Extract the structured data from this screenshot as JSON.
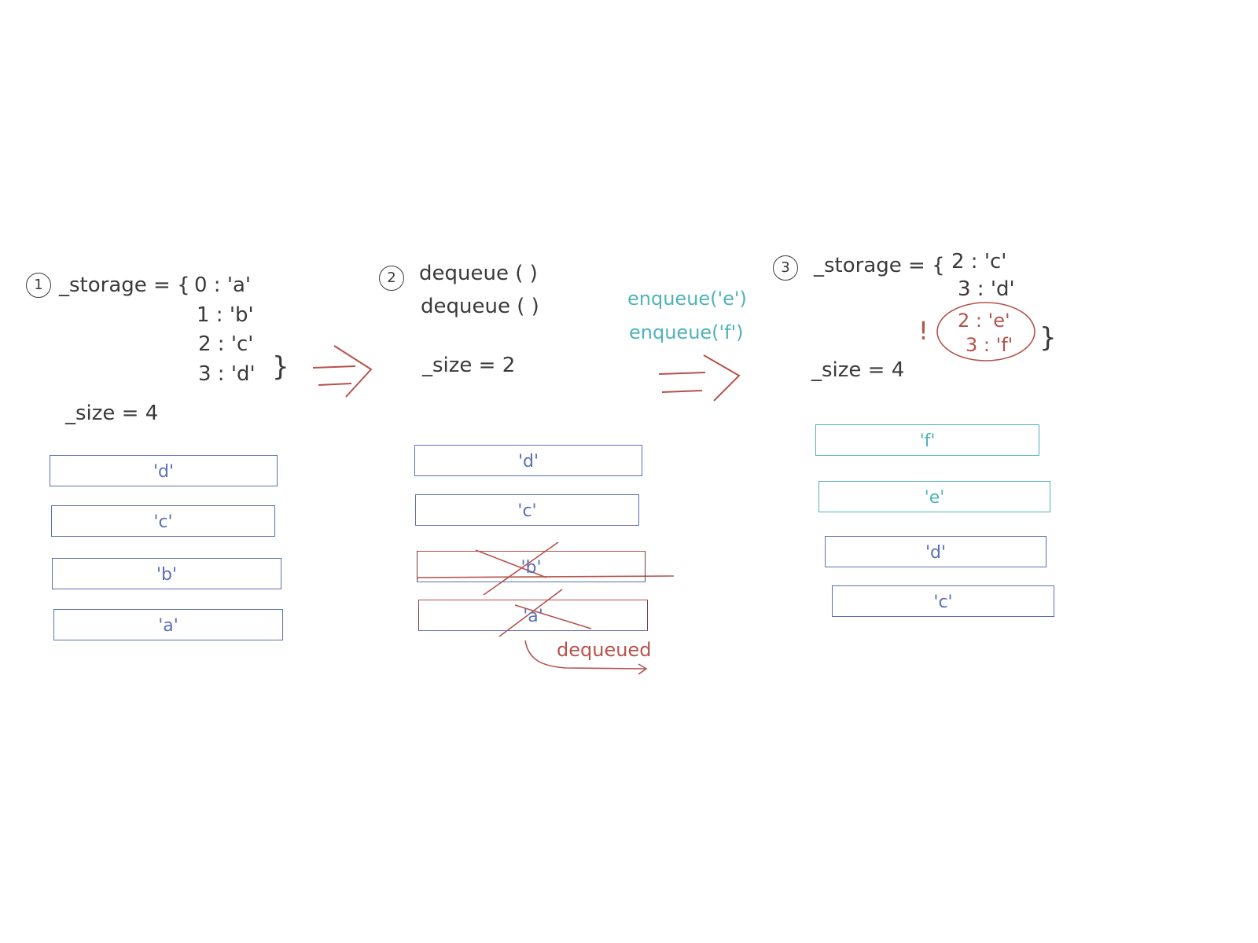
{
  "step1": {
    "number": "1",
    "storage_label": "_storage = {",
    "entries": [
      "0 : 'a'",
      "1 : 'b'",
      "2 : 'c'",
      "3 : 'd'"
    ],
    "closing": "}",
    "size": "_size = 4",
    "boxes": [
      "'d'",
      "'c'",
      "'b'",
      "'a'"
    ]
  },
  "step2": {
    "number": "2",
    "ops": [
      "dequeue ( )",
      "dequeue ( )"
    ],
    "size": "_size = 2",
    "boxes": [
      "'d'",
      "'c'",
      "'b'",
      "'a'"
    ],
    "dequeued_label": "dequeued"
  },
  "transition": {
    "ops": [
      "enqueue('e')",
      "enqueue('f')"
    ]
  },
  "step3": {
    "number": "3",
    "storage_label": "_storage = {",
    "entries": [
      "2 : 'c'",
      "3 : 'd'"
    ],
    "new_entries": [
      "2 : 'e'",
      "3 : 'f'"
    ],
    "exclaim": "!",
    "closing": "}",
    "size": "_size = 4",
    "boxes": [
      "'f'",
      "'e'",
      "'d'",
      "'c'"
    ]
  },
  "colors": {
    "ink": "#3a3a3a",
    "box_blue": "#5a6fb4",
    "accent_red": "#b5524c",
    "enqueue_teal": "#4fb3b8"
  }
}
